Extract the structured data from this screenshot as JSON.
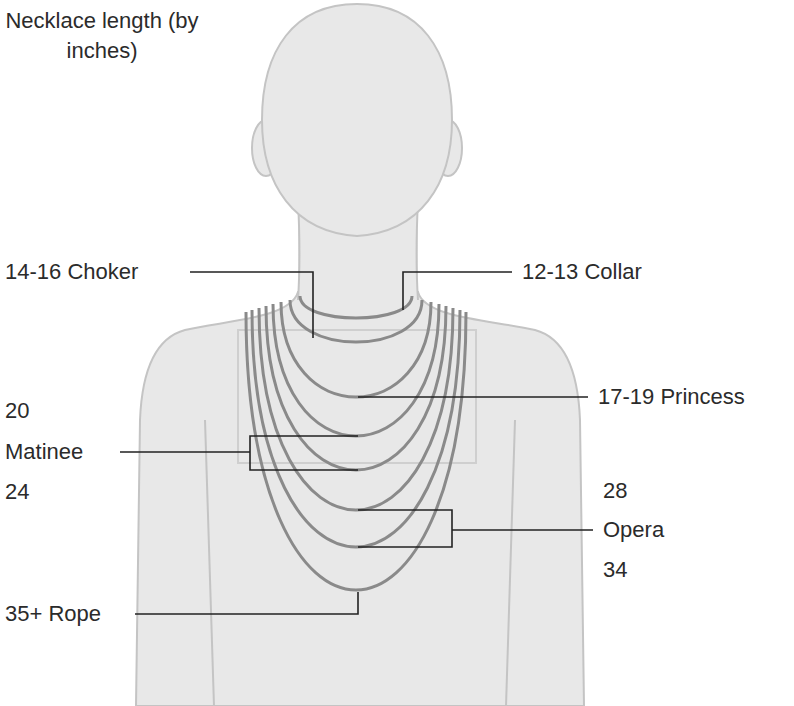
{
  "diagram": {
    "title": "Necklace length (by inches)",
    "labels": [
      "14-16 Choker",
      "12-13 Collar",
      "17-19 Princess",
      "20",
      "Matinee",
      "24",
      "28",
      "Opera",
      "34",
      "35+ Rope"
    ]
  }
}
